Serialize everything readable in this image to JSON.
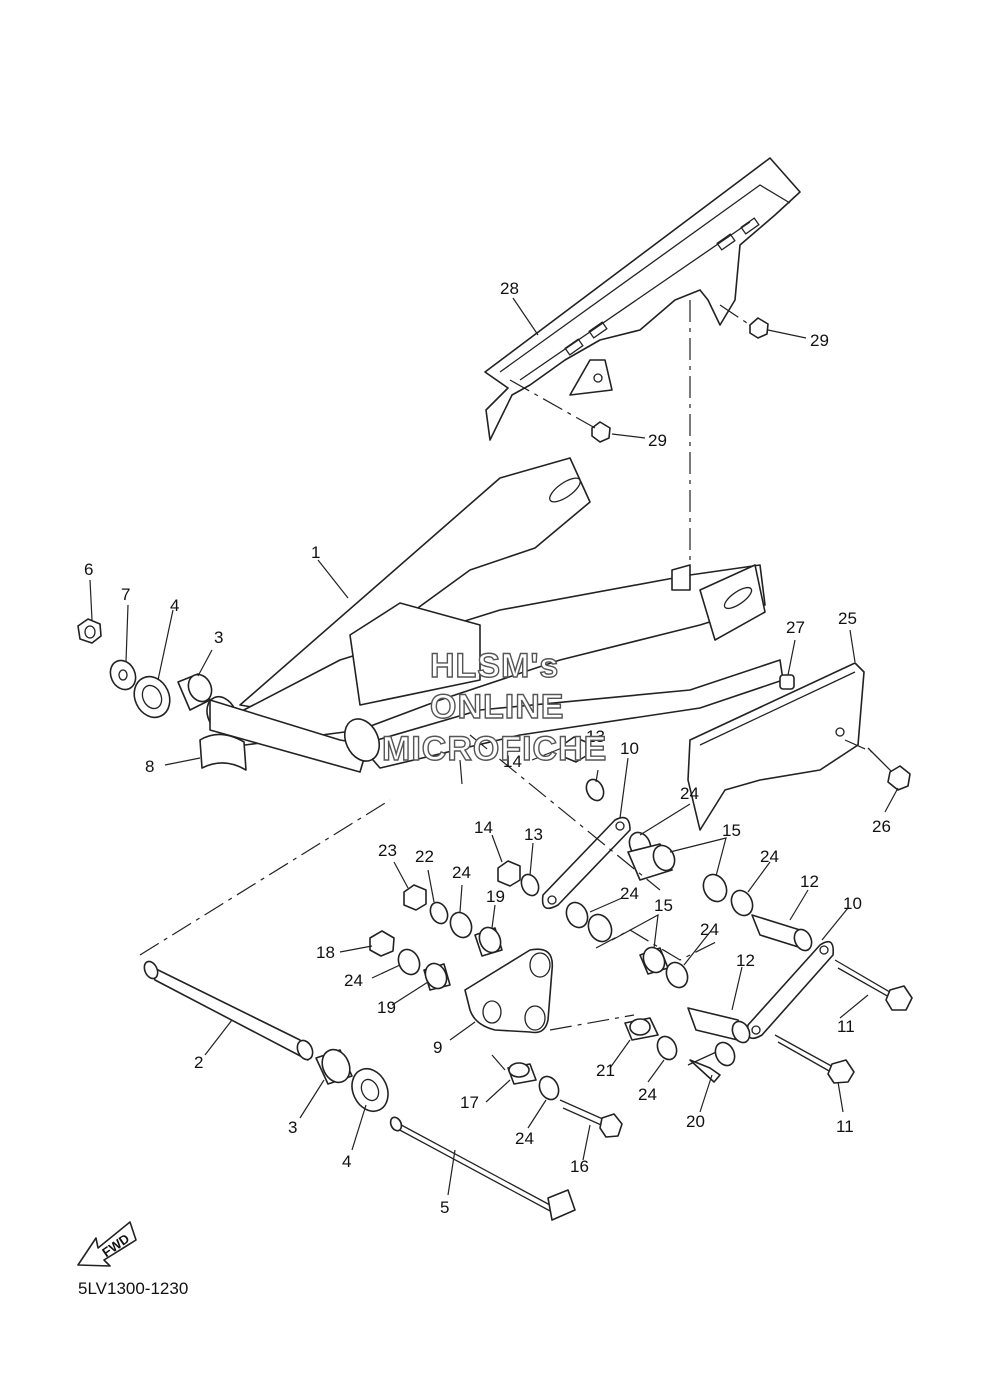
{
  "diagram_code": "5LV1300-1230",
  "fwd_label": "FWD",
  "watermark": [
    "HLSM's",
    "ONLINE",
    "MICROFICHE"
  ],
  "callouts": [
    "1",
    "2",
    "3",
    "3",
    "4",
    "4",
    "5",
    "6",
    "7",
    "8",
    "9",
    "10",
    "10",
    "11",
    "11",
    "12",
    "12",
    "13",
    "13",
    "14",
    "14",
    "15",
    "15",
    "16",
    "17",
    "18",
    "19",
    "19",
    "20",
    "21",
    "22",
    "23",
    "24",
    "24",
    "24",
    "24",
    "24",
    "24",
    "24",
    "24",
    "24",
    "25",
    "26",
    "27",
    "28",
    "29",
    "29"
  ]
}
